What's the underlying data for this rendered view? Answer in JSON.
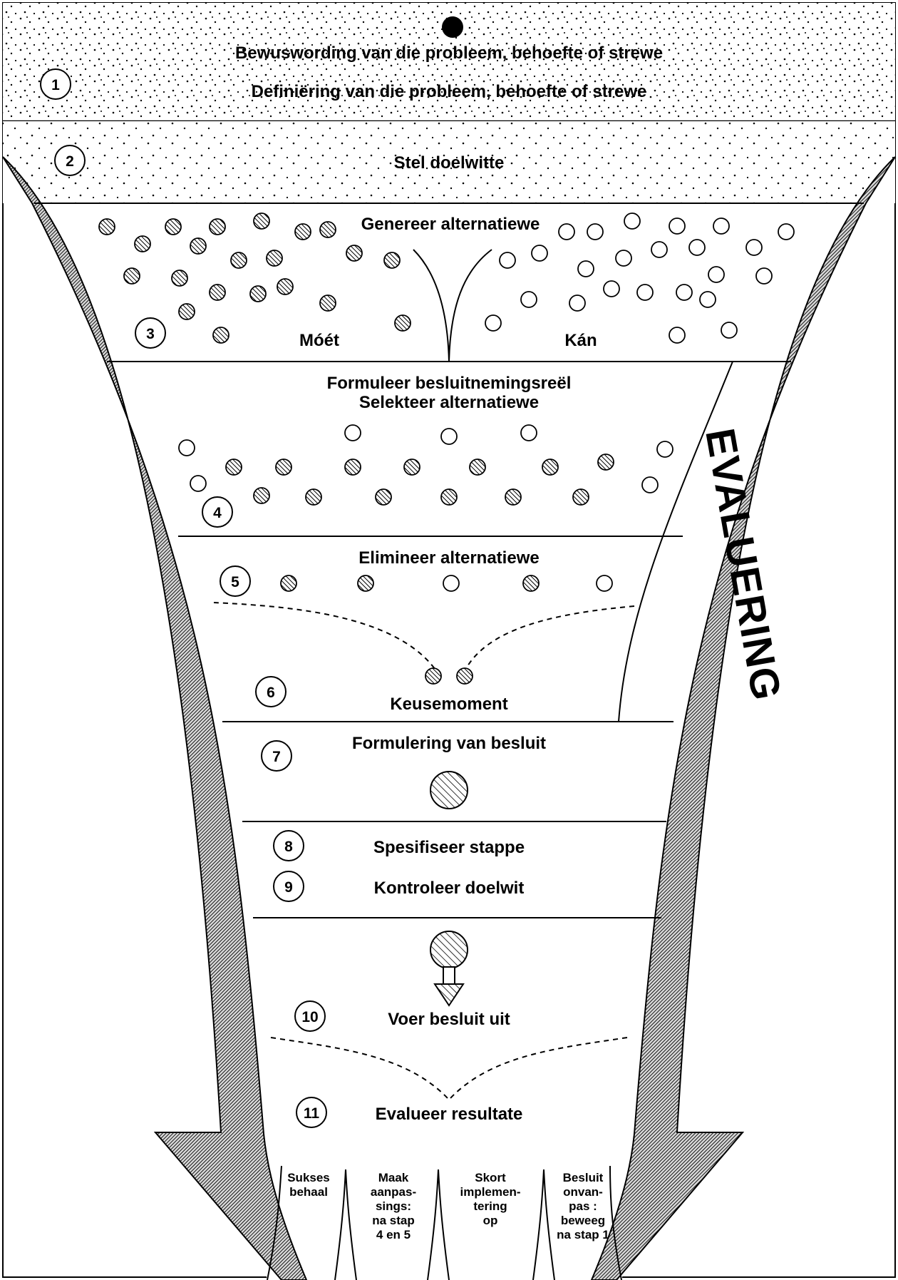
{
  "steps": {
    "s1": {
      "num": "1",
      "lines": [
        "Bewuswording van die probleem, behoefte of strewe",
        "Definiëring van die probleem, behoefte of strewe"
      ]
    },
    "s2": {
      "num": "2",
      "label": "Stel doelwitte"
    },
    "s3": {
      "num": "3",
      "label": "Genereer alternatiewe",
      "must_label": "Móét",
      "can_label": "Kán"
    },
    "s4": {
      "num": "4",
      "lines": [
        "Formuleer besluitnemingsreël",
        "Selekteer alternatiewe"
      ]
    },
    "s5": {
      "num": "5",
      "label": "Elimineer alternatiewe"
    },
    "s6": {
      "num": "6",
      "label": "Keusemoment"
    },
    "s7": {
      "num": "7",
      "label": "Formulering van besluit"
    },
    "s8": {
      "num": "8",
      "label": "Spesifiseer stappe"
    },
    "s9": {
      "num": "9",
      "label": "Kontroleer doelwit"
    },
    "s10": {
      "num": "10",
      "label": "Voer besluit uit"
    },
    "s11": {
      "num": "11",
      "label": "Evalueer resultate"
    }
  },
  "evaluation_label": "EVALUERING",
  "outcomes": [
    {
      "lines": [
        "Sukses",
        "behaal"
      ]
    },
    {
      "lines": [
        "Maak",
        "aanpas-",
        "sings:",
        "na stap",
        "4 en 5"
      ]
    },
    {
      "lines": [
        "Skort",
        "implemen-",
        "tering",
        "op"
      ]
    },
    {
      "lines": [
        "Besluit",
        "onvan-",
        "pas :",
        "beweeg",
        "na stap 1"
      ]
    }
  ],
  "colors": {
    "ink": "#000000",
    "paper": "#ffffff",
    "arrow_fill": "hatched-dark-gray"
  }
}
